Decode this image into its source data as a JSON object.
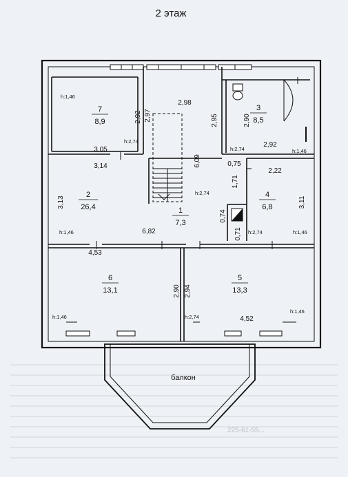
{
  "title": "2 этаж",
  "balcony_label": "балкон",
  "rooms": [
    {
      "id": "1",
      "area": "7,3"
    },
    {
      "id": "2",
      "area": "26,4"
    },
    {
      "id": "3",
      "area": "8,5"
    },
    {
      "id": "4",
      "area": "6,8"
    },
    {
      "id": "5",
      "area": "13,3"
    },
    {
      "id": "6",
      "area": "13,1"
    },
    {
      "id": "7",
      "area": "8,9"
    }
  ],
  "dimensions": {
    "d_2_98": "2,98",
    "d_2_92_r7": "2,92",
    "d_2_97": "2,97",
    "d_2_95": "2,95",
    "d_2_90_r3": "2,90",
    "d_3_05": "3,05",
    "d_3_14": "3,14",
    "d_6_09": "6,09",
    "d_2_92_r3": "2,92",
    "d_0_75": "0,75",
    "d_2_22": "2,22",
    "d_1_71": "1,71",
    "d_3_13": "3,13",
    "d_3_11": "3,11",
    "d_0_74": "0,74",
    "d_0_71": "0,71",
    "d_6_82": "6,82",
    "d_4_53": "4,53",
    "d_2_90_mid": "2,90",
    "d_2_94": "2,94",
    "d_4_52": "4,52"
  },
  "heights": {
    "h_146_r7": "h:1,46",
    "h_274_r7": "h:2,74",
    "h_274_r3": "h:2,74",
    "h_146_r3": "h:1,46",
    "h_274_r1": "h:2,74",
    "h_146_r2": "h:1,46",
    "h_274_r4": "h:2,74",
    "h_146_r4": "h:1,46",
    "h_146_r6": "h:1,46",
    "h_274_r5": "h:2,74",
    "h_146_r5": "h:1,46"
  },
  "background_text": "225-61-55..."
}
